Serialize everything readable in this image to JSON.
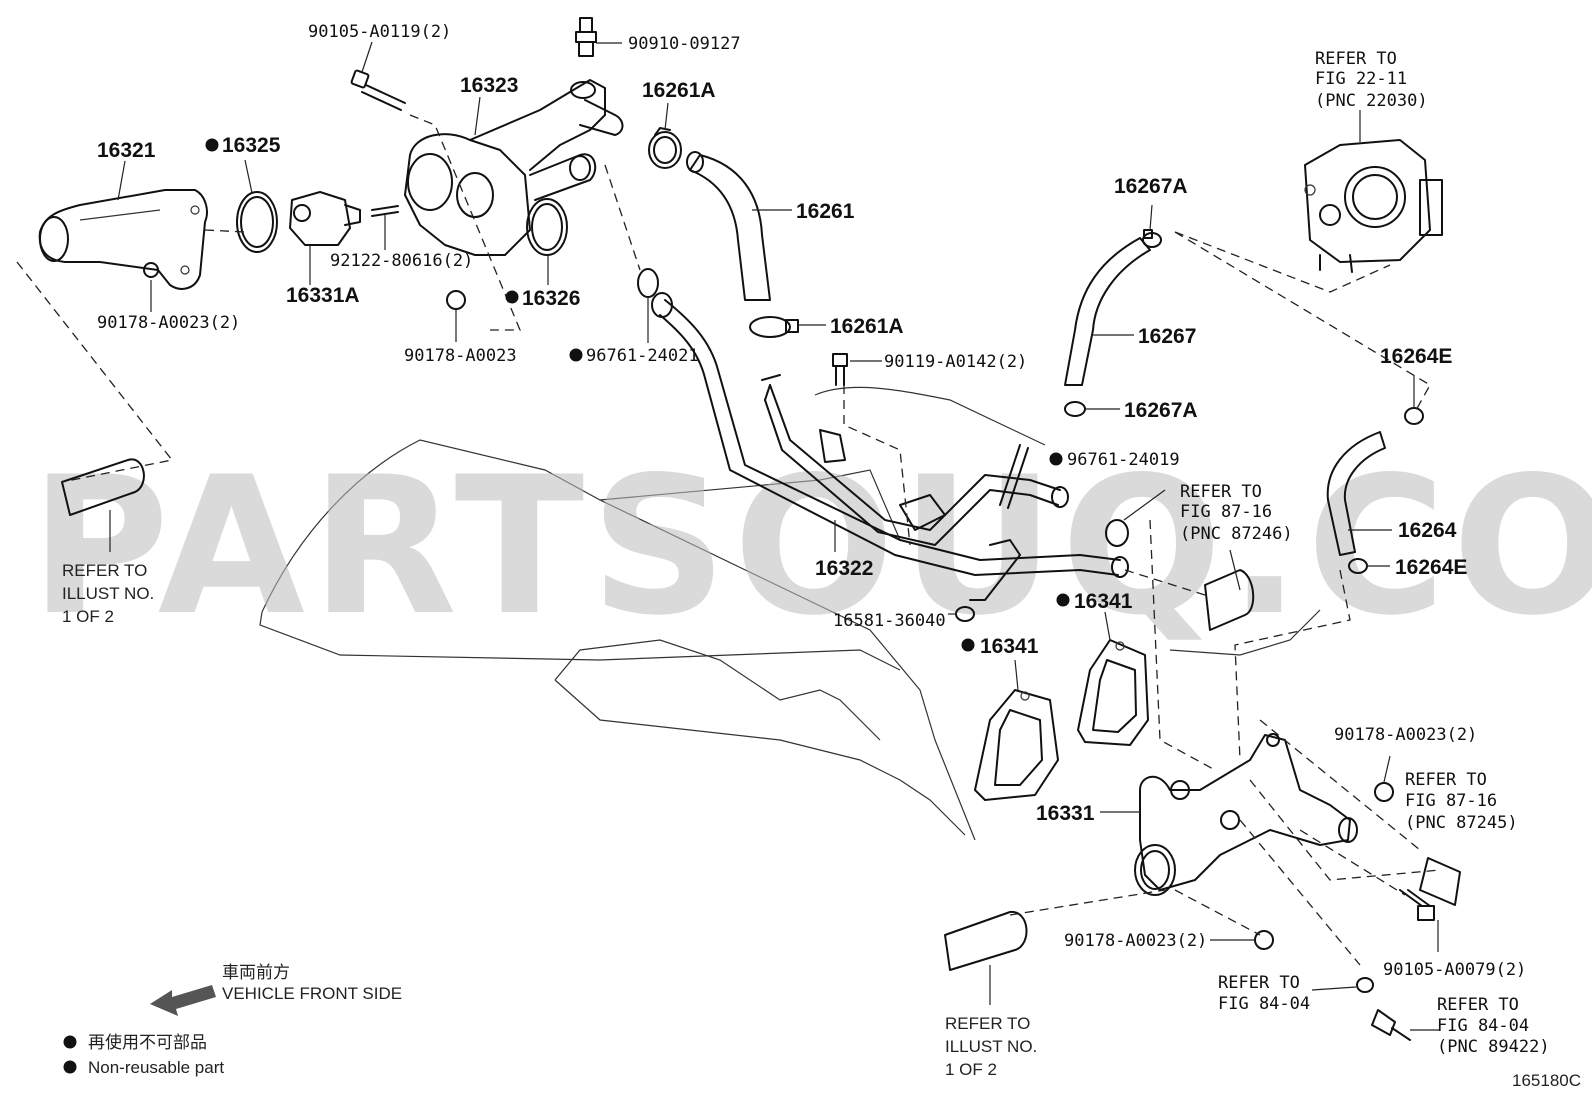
{
  "parts": {
    "p90105_a0119": "90105-A0119(2)",
    "p90910_09127": "90910-09127",
    "p16323": "16323",
    "p16261a_top": "16261A",
    "p16321": "16321",
    "p16325": "16325",
    "p16261": "16261",
    "p92122_80616": "92122-80616(2)",
    "p16331a": "16331A",
    "p90178_a0023_2_left": "90178-A0023(2)",
    "p16326": "16326",
    "p90178_a0023": "90178-A0023",
    "p96761_24021": "96761-24021",
    "p16261a_mid": "16261A",
    "p90119_a0142": "90119-A0142(2)",
    "p16267a_top": "16267A",
    "p16267": "16267",
    "p16267a_bot": "16267A",
    "p16264e_top": "16264E",
    "p96761_24019": "96761-24019",
    "p16264": "16264",
    "p16264e_bot": "16264E",
    "p16322": "16322",
    "p16341_a": "16341",
    "p16341_b": "16341",
    "p16581_36040": "16581-36040",
    "p90178_a0023_2_right": "90178-A0023(2)",
    "p16331": "16331",
    "p90178_a0023_2_bottom": "90178-A0023(2)",
    "p90105_a0079": "90105-A0079(2)"
  },
  "refs": {
    "ref_22_11": [
      "REFER TO",
      "FIG 22-11",
      "(PNC 22030)"
    ],
    "ref_87_16_a": [
      "REFER TO",
      "FIG 87-16",
      "(PNC 87246)"
    ],
    "ref_87_16_b": [
      "REFER TO",
      "FIG 87-16",
      "(PNC 87245)"
    ],
    "ref_84_04_a": [
      "REFER TO",
      "FIG 84-04"
    ],
    "ref_84_04_b": [
      "REFER TO",
      "FIG 84-04",
      "(PNC 89422)"
    ],
    "illust_left": [
      "REFER TO",
      "ILLUST NO.",
      "1 OF 2"
    ],
    "illust_bottom": [
      "REFER TO",
      "ILLUST NO.",
      "1 OF 2"
    ]
  },
  "legend": {
    "front_jp": "車両前方",
    "front_en": "VEHICLE FRONT SIDE",
    "nonreuse_jp": "再使用不可部品",
    "nonreuse_en": "Non-reusable part"
  },
  "figure_id": "165180C",
  "watermark": "PARTSOUQ.COM",
  "colors": {
    "ink": "#111111",
    "watermark": "#bdbdbd"
  }
}
